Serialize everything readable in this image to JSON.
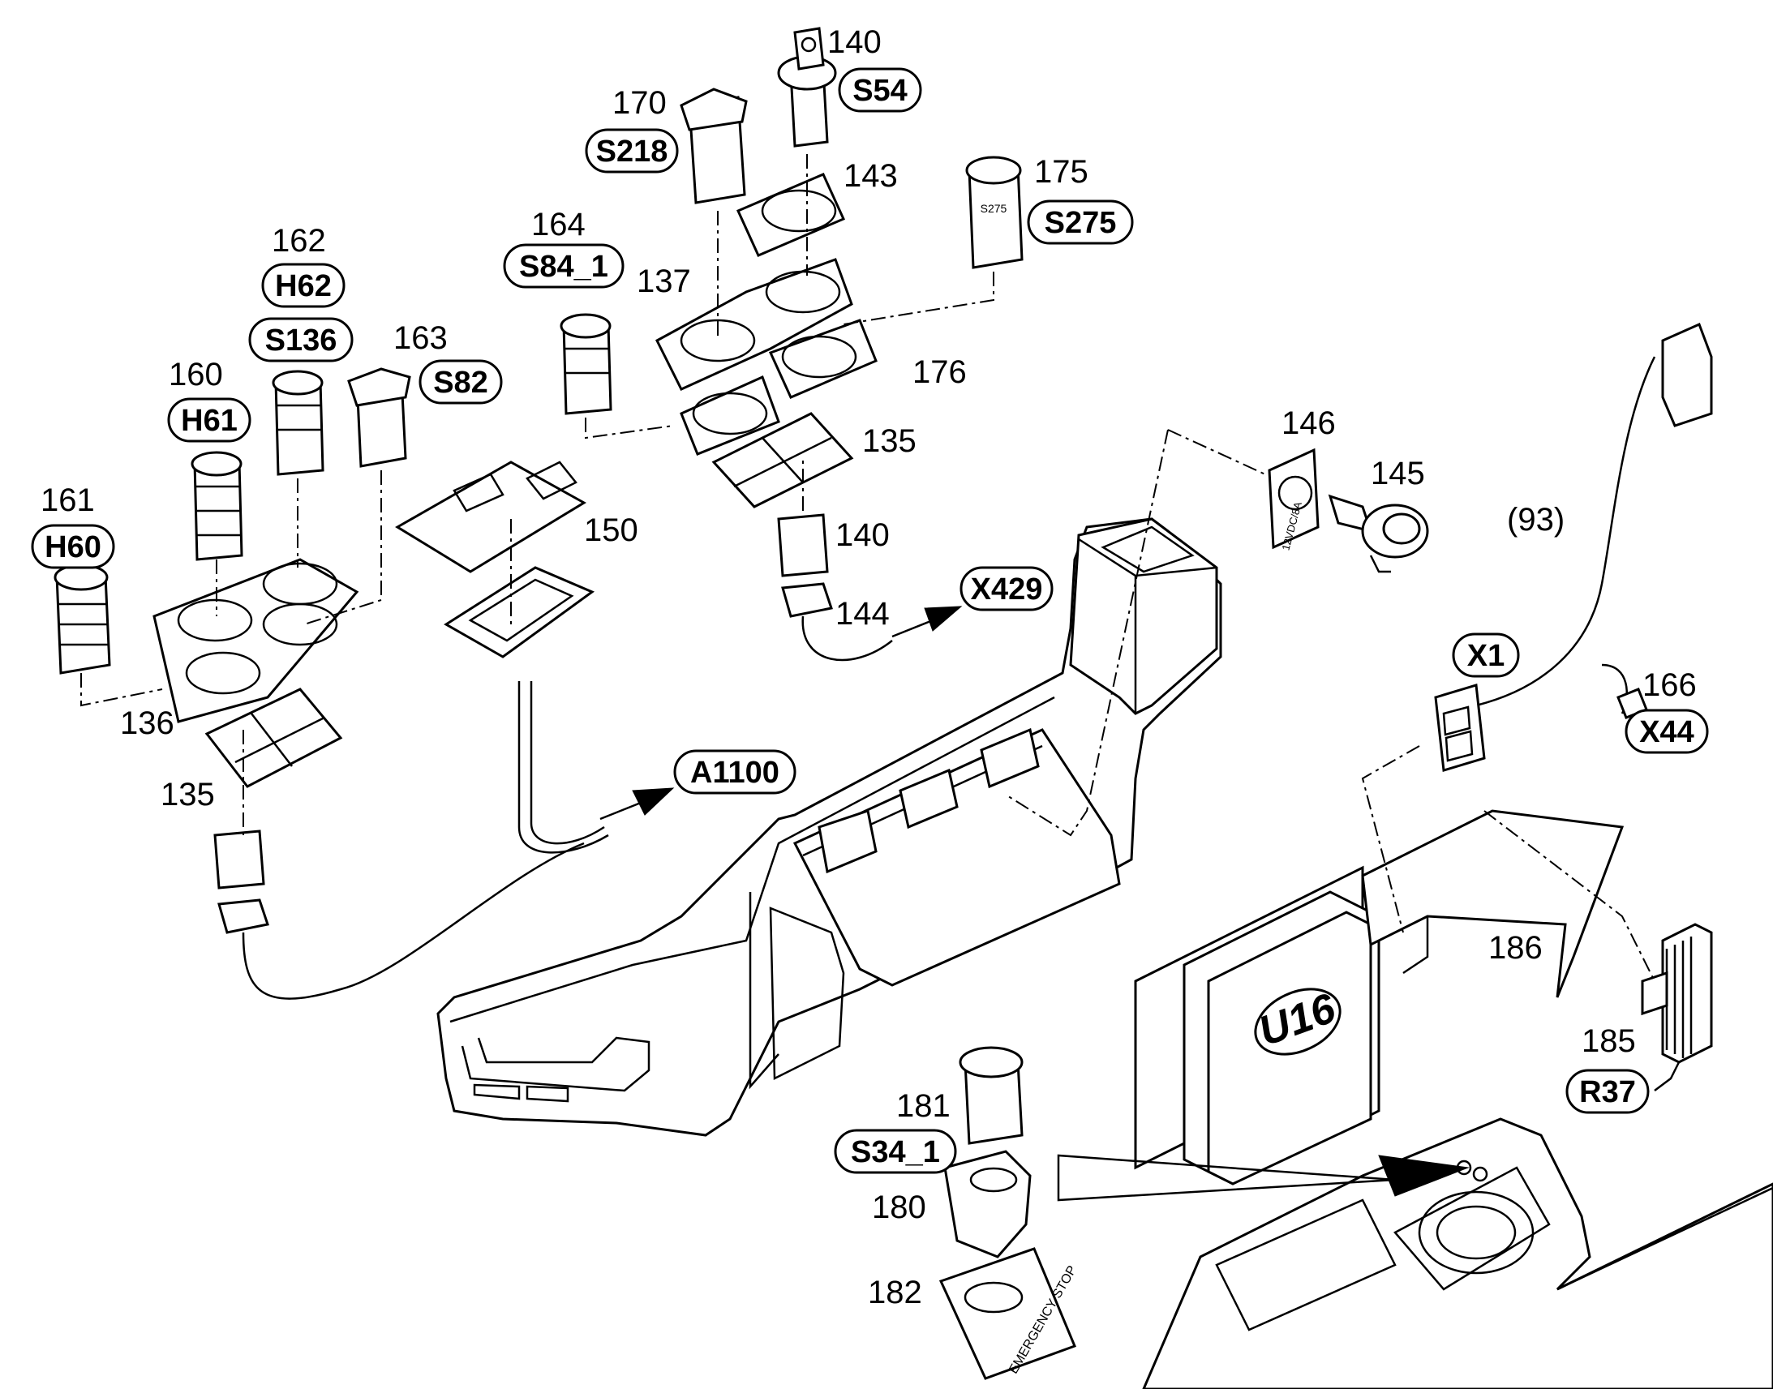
{
  "item_numbers": {
    "n140a": "140",
    "n170": "170",
    "n143": "143",
    "n175": "175",
    "n162": "162",
    "n164": "164",
    "n137": "137",
    "n163": "163",
    "n160": "160",
    "n176": "176",
    "n135a": "135",
    "n161": "161",
    "n146": "146",
    "n145": "145",
    "n150": "150",
    "n140b": "140",
    "n93": "(93)",
    "n144": "144",
    "n136": "136",
    "n166": "166",
    "n135b": "135",
    "n186": "186",
    "n185": "185",
    "n181": "181",
    "n180": "180",
    "n182": "182"
  },
  "tags": {
    "s54": "S54",
    "s218": "S218",
    "s275": "S275",
    "h62": "H62",
    "s84_1": "S84_1",
    "s136": "S136",
    "s82": "S82",
    "h61": "H61",
    "h60": "H60",
    "x429": "X429",
    "x1": "X1",
    "x44": "X44",
    "a1100": "A1100",
    "r37": "R37",
    "s34_1": "S34_1"
  },
  "labels": {
    "module": "U16",
    "socket_plate": "12VDC/8A",
    "emergency_plate": "EMERGENCY STOP",
    "switch_mark": "S275"
  }
}
